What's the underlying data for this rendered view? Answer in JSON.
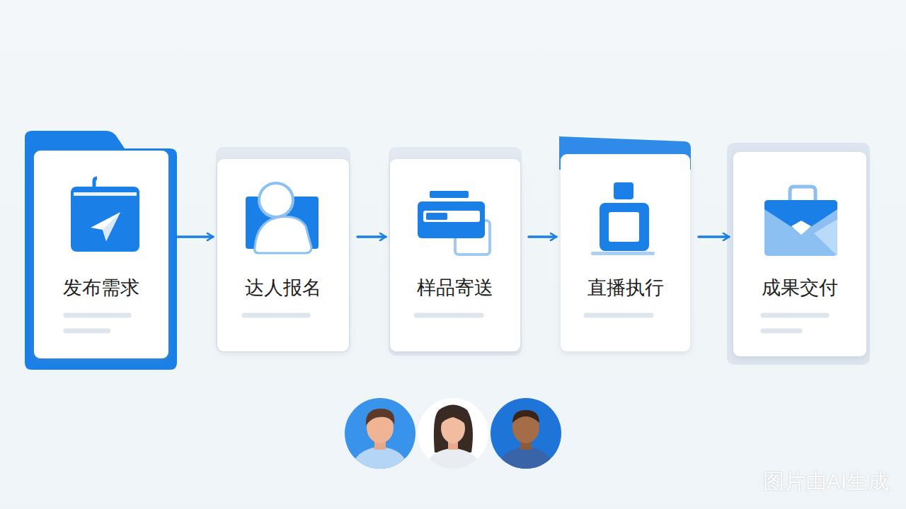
{
  "diagram": {
    "nodes": [
      {
        "text": [
          "发布需求"
        ]
      },
      {
        "text": [
          "达人报名"
        ]
      },
      {
        "text": [
          "样品寄送"
        ]
      },
      {
        "text": [
          "直播执行"
        ]
      },
      {
        "text": [
          "成果交付"
        ]
      }
    ],
    "edges": [
      {
        "from": 0,
        "to": 1,
        "arrow": "to"
      },
      {
        "from": 1,
        "to": 2,
        "arrow": "to"
      },
      {
        "from": 2,
        "to": 3,
        "arrow": "to"
      },
      {
        "from": 3,
        "to": 4,
        "arrow": "to"
      }
    ],
    "labels": [
      "图片由AI生成"
    ]
  }
}
